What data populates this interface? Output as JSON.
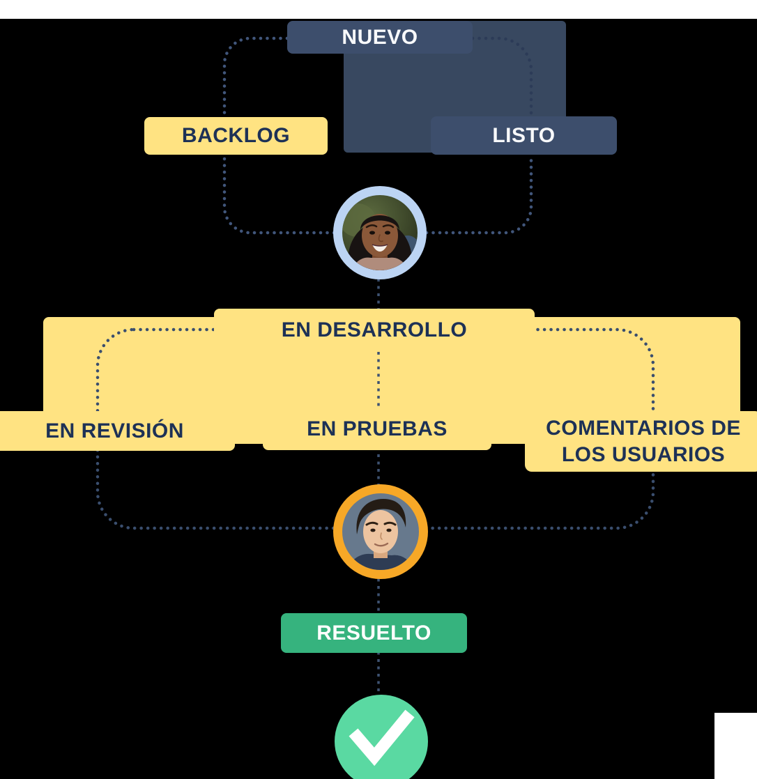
{
  "statuses": {
    "nuevo": "NUEVO",
    "backlog": "BACKLOG",
    "listo": "LISTO",
    "en_desarrollo": "EN DESARROLLO",
    "en_revision": "EN REVISIÓN",
    "en_pruebas": "EN PRUEBAS",
    "comentarios_line1": "COMENTARIOS DE",
    "comentarios_line2": "LOS USUARIOS",
    "resuelto": "RESUELTO"
  },
  "icons": [
    {
      "name": "check-icon",
      "glyph": "✓",
      "color": "#FFFFFF"
    },
    {
      "name": "avatar-1",
      "description": "woman portrait in circle with light blue ring"
    },
    {
      "name": "avatar-2",
      "description": "man portrait in circle with orange ring"
    }
  ],
  "colors": {
    "background": "#000000",
    "status_navy": "#3D4E6C",
    "panel_navy": "#384860",
    "status_yellow": "#FFE382",
    "status_green": "#36B37E",
    "done_mint": "#5AD9A2",
    "label_navy": "#1D3156",
    "label_white": "#FFFFFF",
    "connector_dots": "#41567B",
    "connector_dots_dark": "#2C3B57",
    "avatar_ring_blue": "#BCD4F3",
    "avatar_ring_orange": "#F7A827"
  }
}
